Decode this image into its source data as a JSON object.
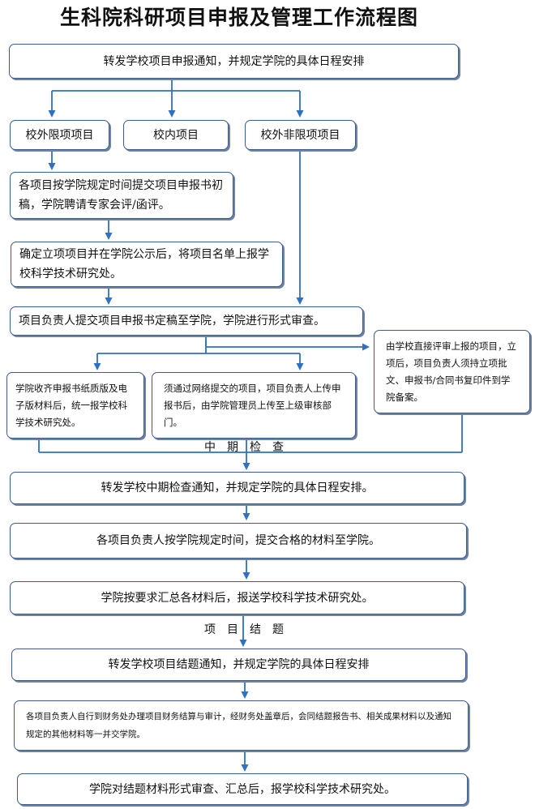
{
  "title": "生科院科研项目申报及管理工作流程图",
  "steps": {
    "notify": "转发学校项目申报通知，并规定学院的具体日程安排",
    "ext_limited": "校外限项项目",
    "internal": "校内项目",
    "ext_unlimited": "校外非限项项目",
    "submit_draft": "各项目按学院规定时间提交项目申报书初稿，学院聘请专家会评/函评。",
    "confirm": "确定立项项目并在学院公示后，将项目名单上报学校科学技术研究处。",
    "final_submit": "项目负责人提交项目申报书定稿至学院，学院进行形式审查。",
    "school_review": "由学校直接评审上报的项目，立项后，项目负责人须持立项批文、申报书/合同书复印件到学院备案。",
    "paper_collect": "学院收齐申报书纸质版及电子版材料后，统一报学校科学技术研究处。",
    "online_submit": "须通过网络提交的项目，项目负责人上传申报书后，由学院管理员上传至上级审核部门。",
    "midterm_notify": "转发学校中期检查通知，并规定学院的具体日程安排。",
    "midterm_submit": "各项目负责人按学院规定时间，提交合格的材料至学院。",
    "midterm_report": "学院按要求汇总各材料后，报送学校科学技术研究处。",
    "closing_notify": "转发学校项目结题通知，并规定学院的具体日程安排",
    "closing_submit": "各项目负责人自行到财务处办理项目财务结算与审计，经财务处盖章后，会同结题报告书、相关成果材料以及通知规定的其他材料等一并交学院。",
    "closing_report": "学院对结题材料形式审查、汇总后，报学校科学技术研究处。"
  },
  "phases": {
    "midterm": "中期检查",
    "closing": "项目结题"
  },
  "colors": {
    "border": "#3d5d8a",
    "shadow": "#6d82a5",
    "arrow": "#2f6fc4"
  }
}
